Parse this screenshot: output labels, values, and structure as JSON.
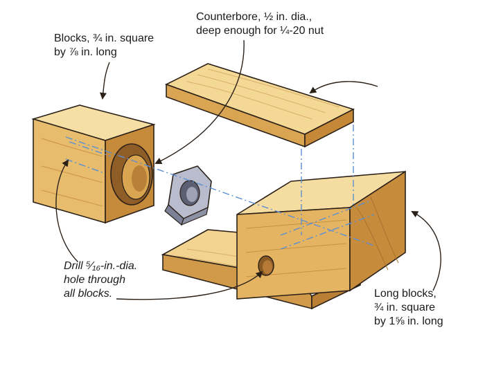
{
  "callouts": {
    "blocks": {
      "line1": "Blocks, ¾ in. square",
      "line2": "by ⅞ in. long"
    },
    "counterbore": {
      "line1": "Counterbore, ½ in. dia.,",
      "line2": "deep enough for ¼-20 nut"
    },
    "drill": {
      "line1": "Drill ⁵⁄₁₆-in.-dia.",
      "line2": "hole through",
      "line3": "all blocks."
    },
    "long_blocks": {
      "line1": "Long blocks,",
      "line2": "¾ in. square",
      "line3": "by 1⅝ in. long"
    }
  },
  "colors": {
    "wood_light": "#f6dfa2",
    "wood_mid": "#e8bd6a",
    "wood_dark": "#c98e3f",
    "wood_shadow": "#a8722f",
    "steel": "#b9bccc",
    "steel_dark": "#7d8198",
    "centerline": "#5b8fd1",
    "ink": "#2a2018"
  }
}
